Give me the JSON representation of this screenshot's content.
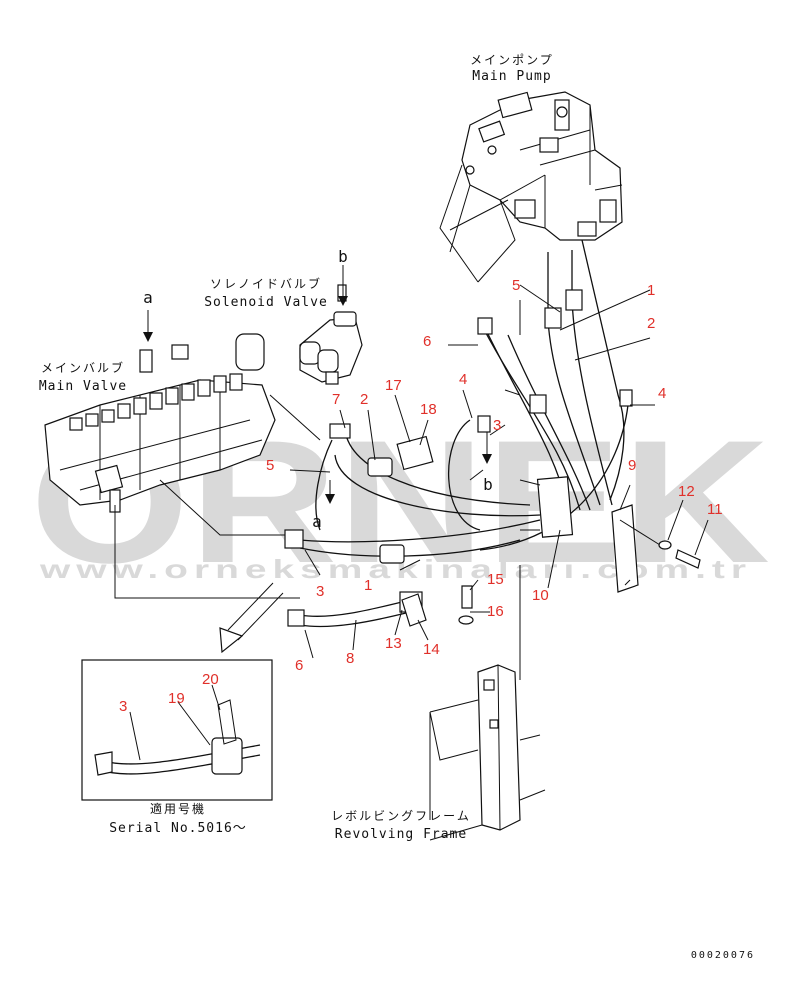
{
  "watermark": {
    "brand": "ORNEK",
    "url": "www.orneksmakinalari.com.tr"
  },
  "components": {
    "main_pump": {
      "jp": "メインポンプ",
      "en": "Main Pump"
    },
    "solenoid_valve": {
      "jp": "ソレノイドバルブ",
      "en": "Solenoid Valve"
    },
    "main_valve": {
      "jp": "メインバルブ",
      "en": "Main Valve"
    },
    "revolving_frame": {
      "jp": "レボルビングフレーム",
      "en": "Revolving Frame"
    }
  },
  "detail_box": {
    "jp": "適用号機",
    "en": "Serial No.5016〜"
  },
  "refs": {
    "a": "a",
    "b": "b"
  },
  "part_numbers": {
    "p1": "1",
    "p2": "2",
    "p3": "3",
    "p4": "4",
    "p5": "5",
    "p6": "6",
    "p7": "7",
    "p8": "8",
    "p9": "9",
    "p10": "10",
    "p11": "11",
    "p12": "12",
    "p13": "13",
    "p14": "14",
    "p15": "15",
    "p16": "16",
    "p17": "17",
    "p18": "18",
    "p19": "19",
    "p20": "20"
  },
  "drawing_code": "00020076",
  "colors": {
    "part_number": "#e0302a",
    "line": "#111111",
    "watermark": "#d9d9d9"
  }
}
